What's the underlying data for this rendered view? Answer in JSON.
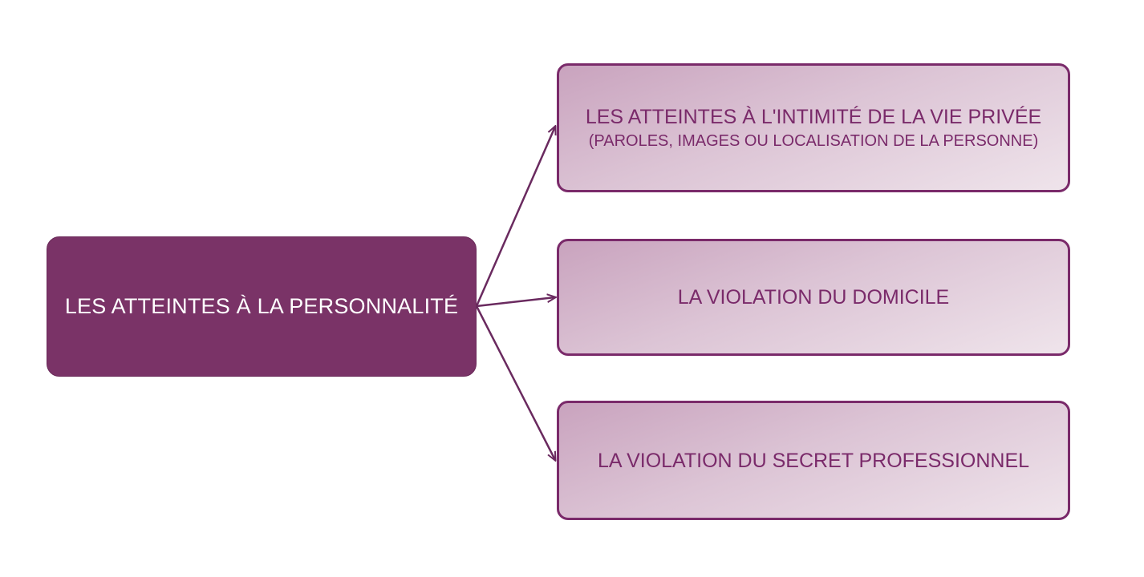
{
  "root": {
    "label": "LES ATTEINTES À LA PERSONNALITÉ"
  },
  "children": [
    {
      "title": "LES ATTEINTES À L'INTIMITÉ DE LA VIE PRIVÉE",
      "subtitle": "(PAROLES, IMAGES OU LOCALISATION DE LA PERSONNE)"
    },
    {
      "title": "LA VIOLATION DU DOMICILE"
    },
    {
      "title": "LA VIOLATION DU SECRET PROFESSIONNEL"
    }
  ],
  "colors": {
    "root_fill": "#7a3367",
    "child_border": "#7a2a6a",
    "child_text": "#7a2a6a",
    "connector": "#6a2a5f"
  }
}
